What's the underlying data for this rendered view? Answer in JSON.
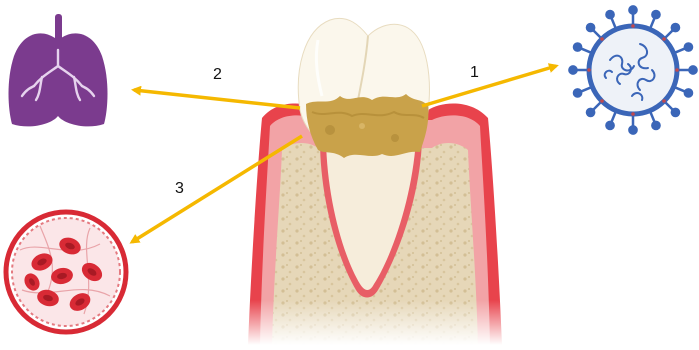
{
  "diagram": {
    "labels": {
      "one": "1",
      "two": "2",
      "three": "3"
    },
    "icons": {
      "tooth": "tooth-with-calculus-icon",
      "virus": "virus-icon",
      "lungs": "lungs-icon",
      "blood_vessel": "blood-vessel-cross-section-icon"
    },
    "colors": {
      "arrow": "#f5b800",
      "gum": "#e8434c",
      "bone": "#e9dcc0",
      "enamel": "#fbf7ec",
      "calculus": "#c9a24a",
      "lungs": "#7b3b8e",
      "virus": "#3b66b8",
      "blood": "#d82a35"
    }
  }
}
